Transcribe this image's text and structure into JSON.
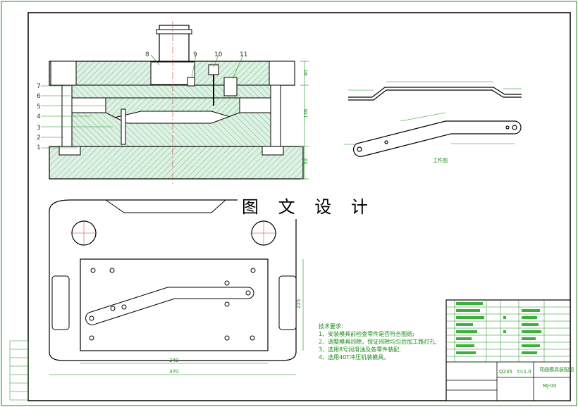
{
  "overlay_title": "图 文 设 计",
  "part_numbers": [
    "1",
    "2",
    "3",
    "4",
    "5",
    "6",
    "7",
    "8",
    "9",
    "10",
    "11"
  ],
  "workpiece_label": "工件图",
  "notes": {
    "heading": "技术要求:",
    "items": [
      "1、安装模具前检查零件是否符合图纸;",
      "2、调整模具间隙，保证间隙均匀后加工路灯孔;",
      "3、选用8号润滑油及各零件装配;",
      "4、选用40T冲压机装模具。"
    ]
  },
  "title_block": {
    "material": "Q235",
    "thickness": "t=1.0",
    "drawing_name": "弯曲模具装配图",
    "drawing_number": "MJ-00"
  },
  "dimensions": {
    "plan_width_inner": "240",
    "plan_width_outer": "370",
    "plan_height": "225",
    "section_h1": "40",
    "section_h2": "136",
    "section_h3": "30"
  },
  "colors": {
    "frame": "#1a8a1a",
    "outline": "#000000",
    "hatch": "#6fb86f",
    "section_fill": "#d8eee0",
    "dimension": "#1a8a1a",
    "centerline": "#cc3333"
  }
}
